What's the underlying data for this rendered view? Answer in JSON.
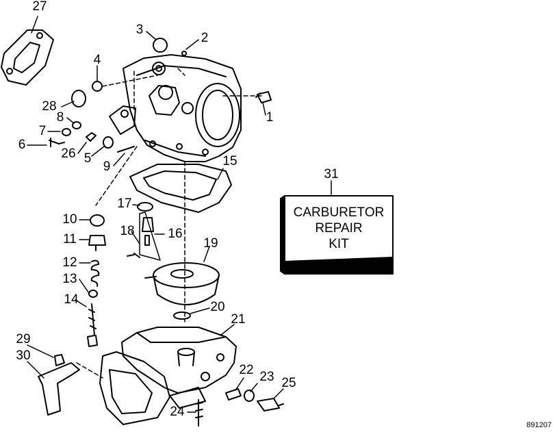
{
  "figure_id": "891207",
  "kit_box": {
    "callout": "31",
    "lines": [
      "CARBURETOR",
      "REPAIR",
      "KIT"
    ]
  },
  "callouts": [
    {
      "id": "1",
      "label": "1"
    },
    {
      "id": "2",
      "label": "2"
    },
    {
      "id": "3",
      "label": "3"
    },
    {
      "id": "4",
      "label": "4"
    },
    {
      "id": "5",
      "label": "5"
    },
    {
      "id": "6",
      "label": "6"
    },
    {
      "id": "7",
      "label": "7"
    },
    {
      "id": "8",
      "label": "8"
    },
    {
      "id": "9",
      "label": "9"
    },
    {
      "id": "10",
      "label": "10"
    },
    {
      "id": "11",
      "label": "11"
    },
    {
      "id": "12",
      "label": "12"
    },
    {
      "id": "13",
      "label": "13"
    },
    {
      "id": "14",
      "label": "14"
    },
    {
      "id": "15",
      "label": "15"
    },
    {
      "id": "16",
      "label": "16"
    },
    {
      "id": "17",
      "label": "17"
    },
    {
      "id": "18",
      "label": "18"
    },
    {
      "id": "19",
      "label": "19"
    },
    {
      "id": "20",
      "label": "20"
    },
    {
      "id": "21",
      "label": "21"
    },
    {
      "id": "22",
      "label": "22"
    },
    {
      "id": "23",
      "label": "23"
    },
    {
      "id": "24",
      "label": "24"
    },
    {
      "id": "25",
      "label": "25"
    },
    {
      "id": "26",
      "label": "26"
    },
    {
      "id": "27",
      "label": "27"
    },
    {
      "id": "28",
      "label": "28"
    },
    {
      "id": "29",
      "label": "29"
    },
    {
      "id": "30",
      "label": "30"
    }
  ]
}
